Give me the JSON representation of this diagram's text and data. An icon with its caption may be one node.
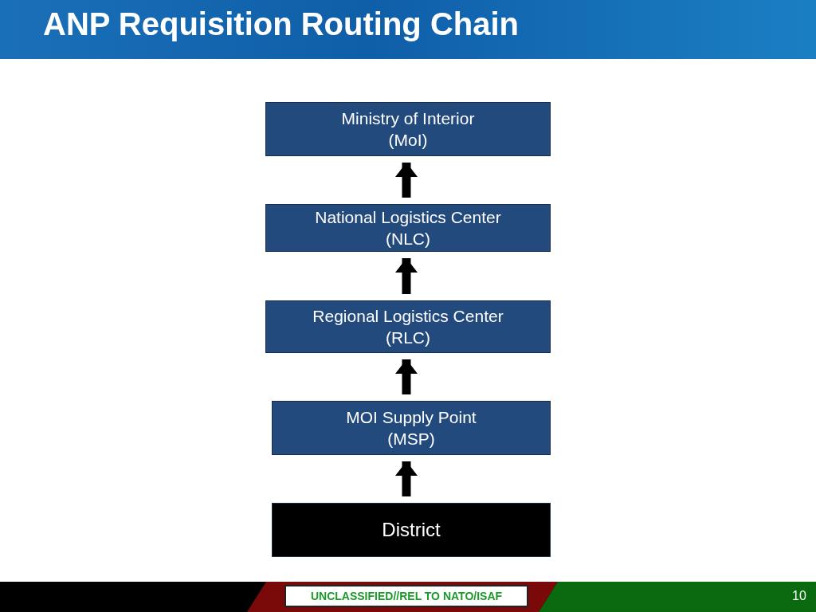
{
  "diagram": {
    "title": "ANP Requisition Routing Chain",
    "nodes": [
      {
        "text": [
          "Ministry of Interior (MoI)"
        ]
      },
      {
        "text": [
          "National Logistics Center (NLC)"
        ]
      },
      {
        "text": [
          "Regional Logistics Center (RLC)"
        ]
      },
      {
        "text": [
          "MOI Supply Point (MSP)"
        ]
      },
      {
        "text": [
          "District"
        ]
      }
    ],
    "edges": [
      {
        "from": 1,
        "to": 0,
        "arrow": "to"
      },
      {
        "from": 2,
        "to": 1,
        "arrow": "to"
      },
      {
        "from": 3,
        "to": 2,
        "arrow": "to"
      },
      {
        "from": 4,
        "to": 3,
        "arrow": "to"
      }
    ],
    "labels": [
      "UNCLASSIFIED//REL TO NATO/ISAF",
      "10"
    ]
  }
}
